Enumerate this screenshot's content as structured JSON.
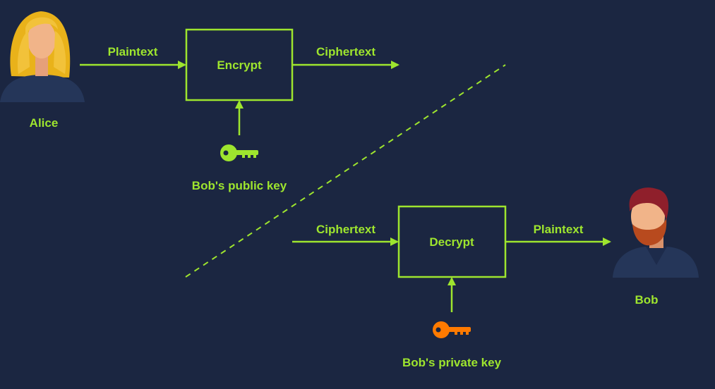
{
  "colors": {
    "background": "#1b2641",
    "accent": "#9ee52e",
    "private_key": "#ff7a00"
  },
  "alice": {
    "name": "Alice",
    "icon": "alice-avatar-icon"
  },
  "bob": {
    "name": "Bob",
    "icon": "bob-avatar-icon"
  },
  "encrypt": {
    "box_label": "Encrypt",
    "input_label": "Plaintext",
    "output_label": "Ciphertext",
    "key_label": "Bob's public key",
    "key_icon": "public-key-icon"
  },
  "decrypt": {
    "box_label": "Decrypt",
    "input_label": "Ciphertext",
    "output_label": "Plaintext",
    "key_label": "Bob's private key",
    "key_icon": "private-key-icon"
  }
}
